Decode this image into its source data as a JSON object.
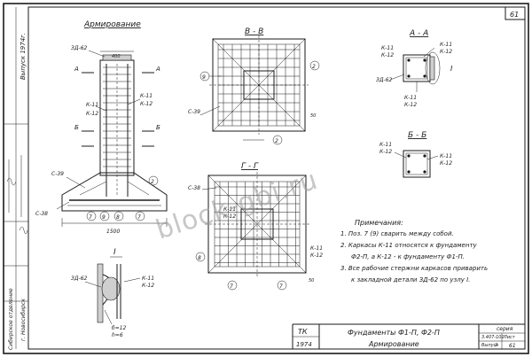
{
  "sheet": {
    "number": "61",
    "stamp_left": [
      "Выпуск 1974г.",
      "Сибирское отделение",
      "г. Новосибирск"
    ],
    "watermark": "block-gbi.ru"
  },
  "views": {
    "main_title": "Армирование",
    "section_bb": "В - В",
    "section_aa": "А - А",
    "section_b2": "Б - Б",
    "section_gg": "Г - Г",
    "node_title": "I"
  },
  "labels": {
    "zd62": "ЗД-62",
    "k11": "К-11",
    "k12": "К-12",
    "s39": "С-39",
    "s38": "С-38",
    "dim_400": "400",
    "dim_1500": "1500",
    "dim_50": "50",
    "b12": "б=12",
    "h6": "h=6",
    "letter_a": "А",
    "letter_b": "Б",
    "roman_one": "I",
    "marks": [
      "2",
      "7",
      "8",
      "9"
    ]
  },
  "notes": {
    "title": "Примечания:",
    "items": [
      "1. Поз. 7 (9) сварить между собой.",
      "2. Каркасы К-11 относятся к фундаменту",
      "Ф2-П, а К-12 - к фундаменту Ф1-П.",
      "3. Все рабочие стержни каркасов приварить",
      "к закладной детали ЗД-62 по узлу I."
    ]
  },
  "title_block": {
    "tk": "ТК",
    "year": "1974",
    "name_line1": "Фундаменты Ф1-П, Ф2-П",
    "name_line2": "Армирование",
    "series_label": "серия",
    "series_value": "3.407-102",
    "issue_label": "Выпуск",
    "issue_value": "2",
    "sheet_label": "Лист",
    "sheet_value": "61"
  }
}
